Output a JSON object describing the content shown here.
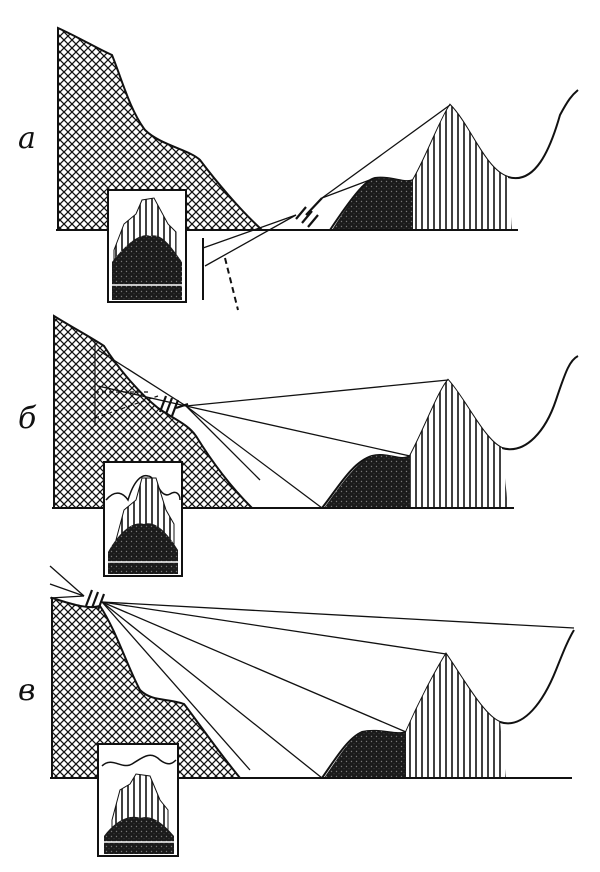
{
  "panels": [
    {
      "id": "a",
      "label": "а"
    },
    {
      "id": "b",
      "label": "б"
    },
    {
      "id": "v",
      "label": "в"
    }
  ],
  "colors": {
    "ink": "#111111",
    "paper": "#ffffff"
  },
  "icons": {
    "camera": "camera-icon",
    "inset": "photo-inset"
  }
}
